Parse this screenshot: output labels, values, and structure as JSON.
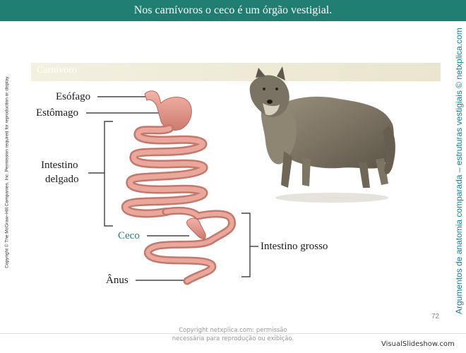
{
  "header": {
    "title": "Nos carnívoros o ceco é um órgão vestigial."
  },
  "left_credit": "Copyright © The McGraw–Hill Companies, Inc. Permission required for reproduction or display.",
  "right_side_title": "Argumentos de anatomia comparada – estruturas vestigiais © netxplica.com",
  "band_title": "Carnívoro",
  "labels": {
    "esofago": "Esófago",
    "estomago": "Estômago",
    "intestino_delgado_1": "Intestino",
    "intestino_delgado_2": "delgado",
    "ceco": "Ceco",
    "intestino_grosso": "Intestino grosso",
    "anus": "Ânus"
  },
  "footer": {
    "line1": "Copyright netxplica.com: permissão",
    "line2": "necessária para reprodução ou exibição."
  },
  "page_number": "72",
  "watermark": "VisualSlideshow.com",
  "colors": {
    "header_bg": "#1f7d72",
    "gut": "#e0968a",
    "ceco_label": "#2a7a7f",
    "side_text": "#1a7f8c"
  }
}
